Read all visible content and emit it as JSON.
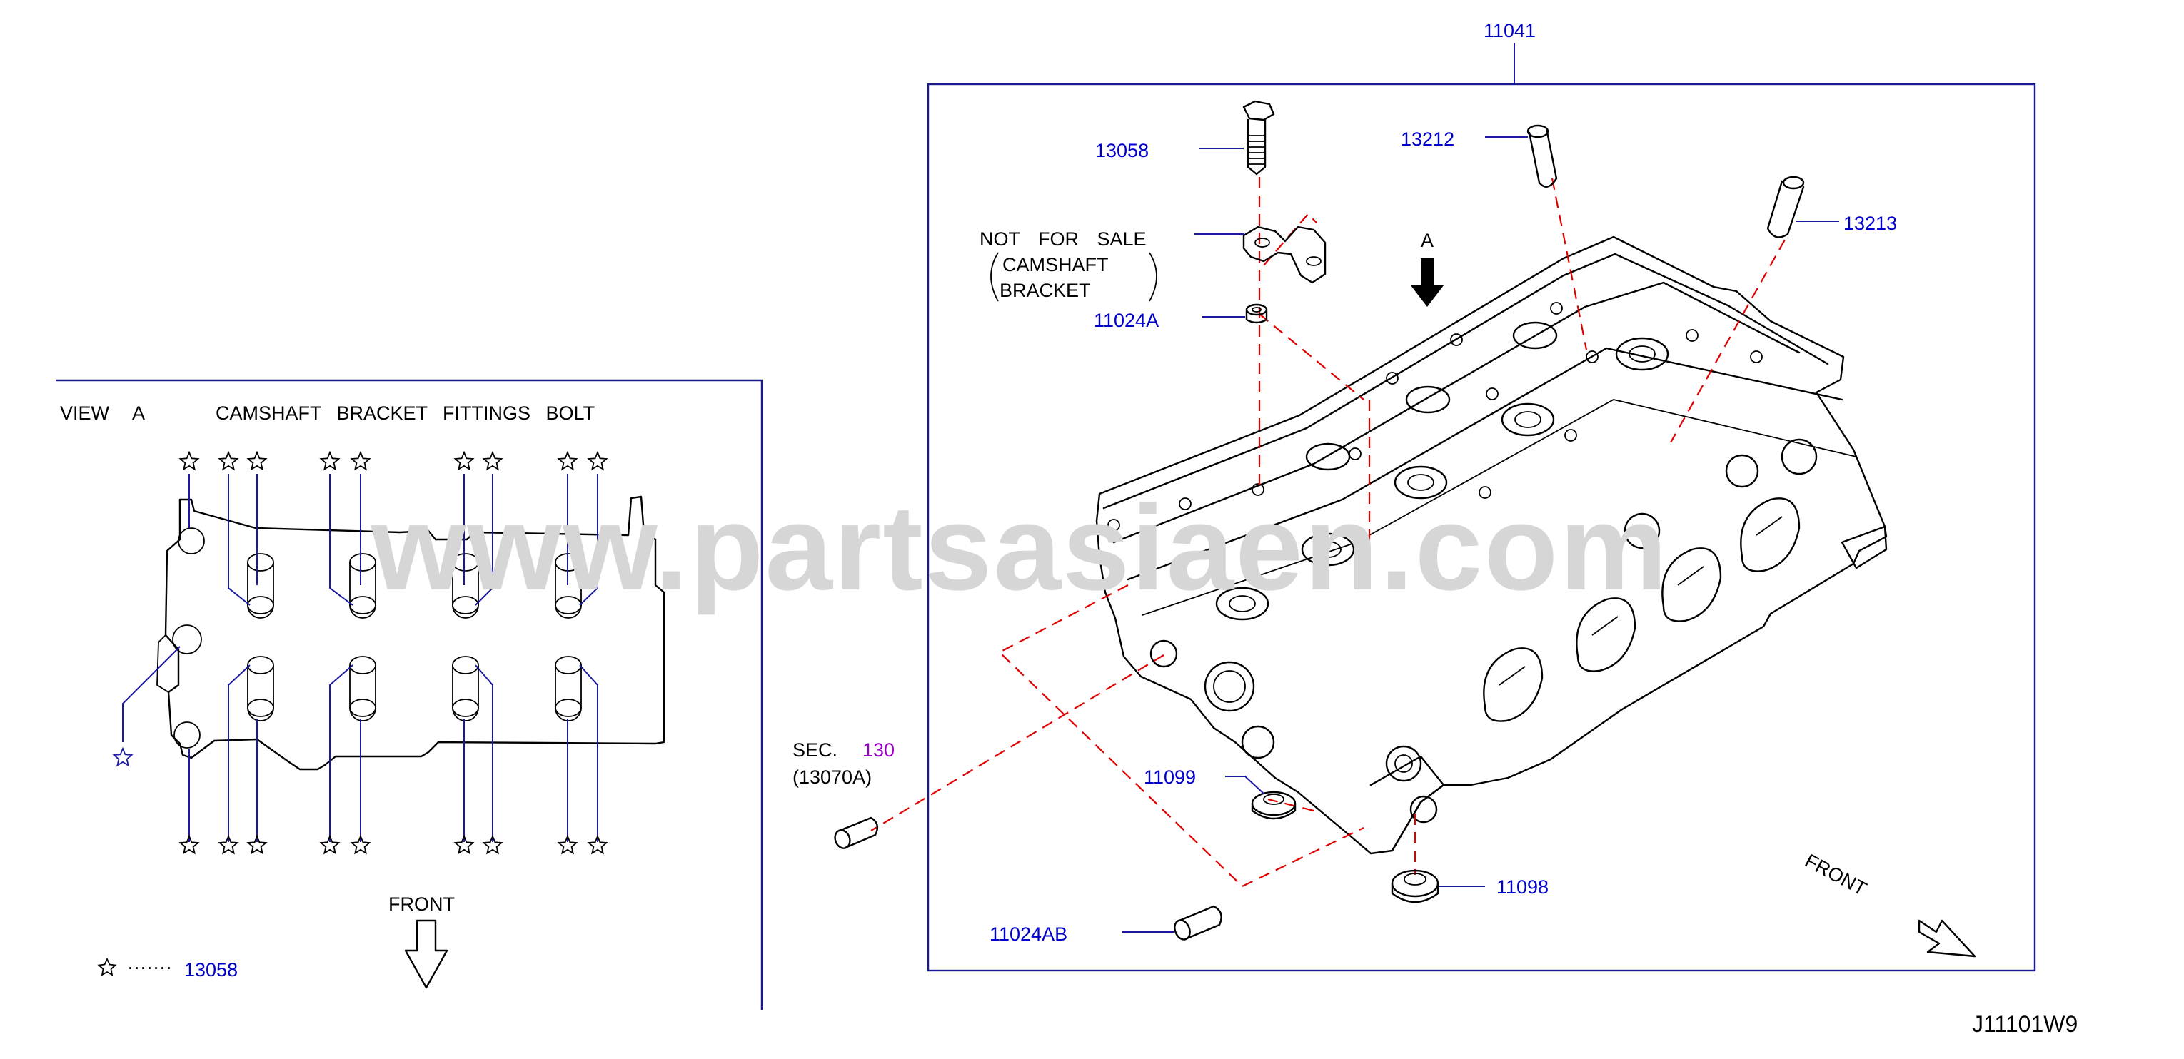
{
  "watermark": "www.partsasiaen.com",
  "diagram_code": "J11101W9",
  "view_a": {
    "title_view": "VIEW",
    "title_letter": "A",
    "title_desc": "CAMSHAFT BRACKET FITTINGS BOLT",
    "front_label": "FRONT",
    "legend_part": "13058"
  },
  "main": {
    "assembly_part": "11041",
    "arrow_label": "A",
    "front_label": "FRONT",
    "not_for_sale": "NOT FOR SALE",
    "camshaft": "CAMSHAFT",
    "bracket": "BRACKET",
    "sec_label": "SEC.",
    "sec_number": "130",
    "sec_part": "(13070A)",
    "parts": {
      "p13058": "13058",
      "p13212": "13212",
      "p13213": "13213",
      "p11024A": "11024A",
      "p11099": "11099",
      "p11098": "11098",
      "p11024AB": "11024AB"
    }
  }
}
